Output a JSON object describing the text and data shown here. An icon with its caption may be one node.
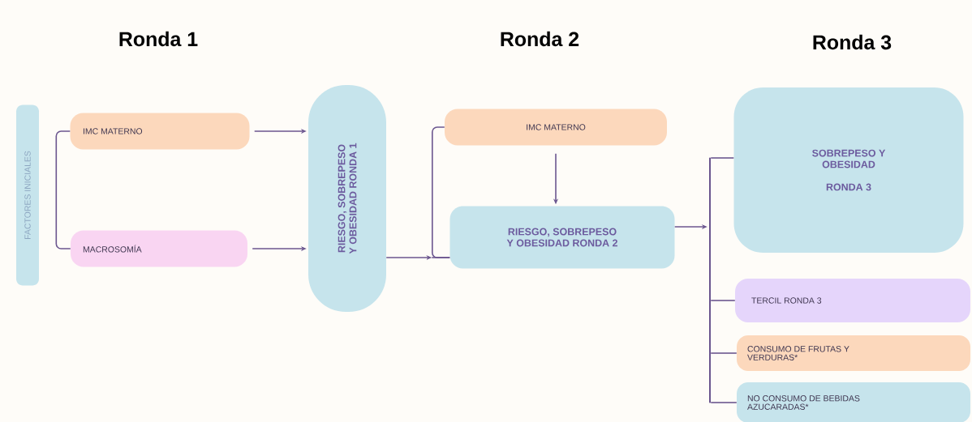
{
  "diagram": {
    "nodes": [
      {
        "text": [
          "FACTORES INICIALES"
        ]
      },
      {
        "text": [
          "IMC MATERNO"
        ]
      },
      {
        "text": [
          "MACROSOMÍA"
        ]
      },
      {
        "text": [
          "RIESGO, SOBREPESO Y OBESIDAD RONDA 1"
        ]
      },
      {
        "text": [
          "IMC MATERNO"
        ]
      },
      {
        "text": [
          "RIESGO, SOBREPESO Y OBESIDAD RONDA 2"
        ]
      },
      {
        "text": [
          "SOBREPESO Y OBESIDAD",
          "RONDA 3"
        ]
      },
      {
        "text": [
          "TERCIL RONDA 3"
        ]
      },
      {
        "text": [
          "CONSUMO DE FRUTAS Y VERDURAS*"
        ]
      },
      {
        "text": [
          "NO CONSUMO DE BEBIDAS AZUCARADAS*"
        ]
      },
      {
        "text": [],
        "shape": "bar"
      }
    ],
    "edges": [
      {
        "from": 1,
        "to": 3,
        "arrow": "to"
      },
      {
        "from": 2,
        "to": 3,
        "arrow": "to"
      },
      {
        "from": 1,
        "to": 2,
        "arrow": "none"
      },
      {
        "from": 3,
        "to": 5,
        "arrow": "to"
      },
      {
        "from": 4,
        "to": 5,
        "arrow": "to"
      },
      {
        "from": 4,
        "to": 5,
        "arrow": "none"
      },
      {
        "from": 5,
        "to": 10,
        "arrow": "to"
      },
      {
        "from": 10,
        "to": 6,
        "arrow": "none"
      },
      {
        "from": 10,
        "to": 7,
        "arrow": "none"
      },
      {
        "from": 10,
        "to": 8,
        "arrow": "none"
      },
      {
        "from": 10,
        "to": 9,
        "arrow": "none"
      }
    ],
    "labels": [
      "Ronda 1",
      "Ronda 2",
      "Ronda 3"
    ]
  }
}
